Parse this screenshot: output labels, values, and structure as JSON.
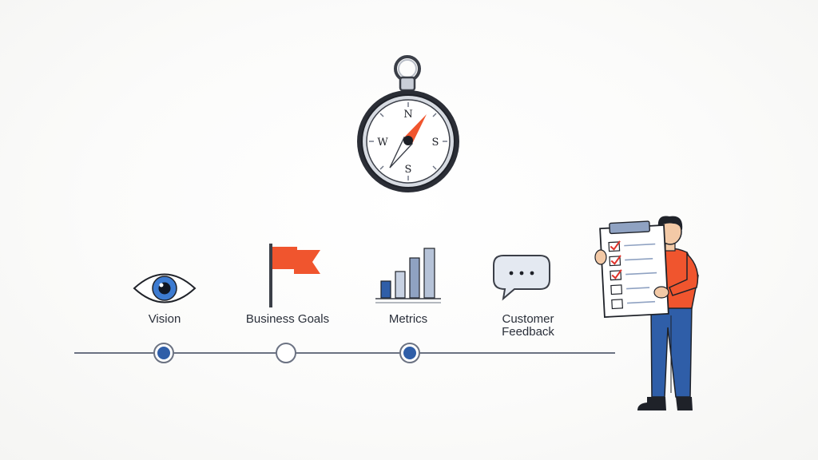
{
  "compass": {
    "north": "N",
    "south": "S",
    "west": "W",
    "east": "S"
  },
  "timeline": {
    "milestones": [
      {
        "label": "Vision",
        "icon": "eye-icon",
        "state": "filled"
      },
      {
        "label": "Business Goals",
        "icon": "flag-icon",
        "state": "empty"
      },
      {
        "label": "Metrics",
        "icon": "bar-chart-icon",
        "state": "filled"
      },
      {
        "label_line1": "Customer",
        "label_line2": "Feedback",
        "icon": "speech-bubble-icon",
        "state": "none"
      }
    ]
  },
  "colors": {
    "accent_orange": "#f0552e",
    "accent_blue": "#2f5ea8",
    "line": "#6b7282",
    "steel_blue": "#8fa2c2"
  }
}
